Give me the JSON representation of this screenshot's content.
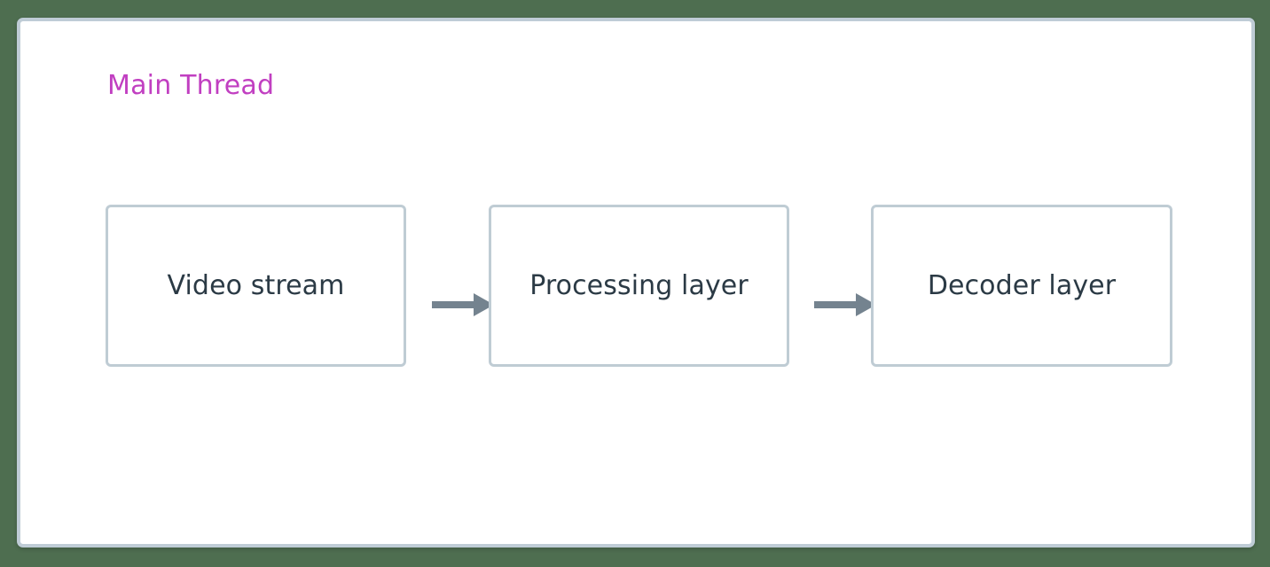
{
  "diagram": {
    "type": "flowchart",
    "direction": "left-to-right",
    "background_color": "#4e6e50",
    "frame": {
      "name": "diagram-frame",
      "fill_color": "#ffffff",
      "border_color": "#bfccd6"
    },
    "cluster": {
      "title": "Main Thread",
      "title_color": "#c13fc1"
    },
    "node_style": {
      "fill_color": "#ffffff",
      "border_color": "#bfccd4",
      "text_color": "#2b3a45"
    },
    "arrow_style": {
      "color": "#74838f"
    },
    "nodes": [
      {
        "id": "video-stream",
        "label": "Video stream"
      },
      {
        "id": "processing-layer",
        "label": "Processing layer"
      },
      {
        "id": "decoder-layer",
        "label": "Decoder layer"
      }
    ],
    "edges": [
      {
        "id": "edge-0",
        "from": "video-stream",
        "to": "processing-layer",
        "label": "",
        "icon": "arrow-right-icon"
      },
      {
        "id": "edge-1",
        "from": "processing-layer",
        "to": "decoder-layer",
        "label": "",
        "icon": "arrow-right-icon"
      }
    ]
  }
}
